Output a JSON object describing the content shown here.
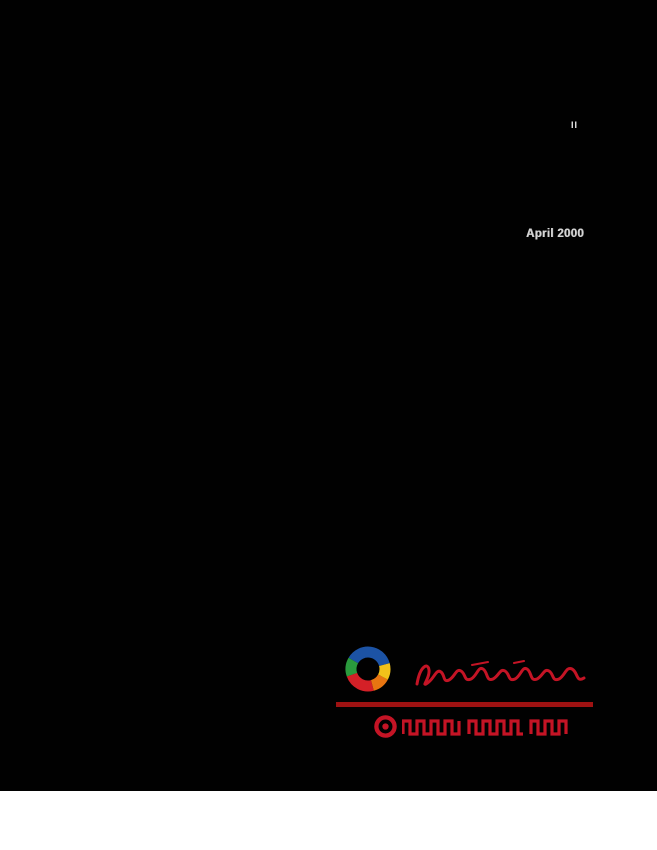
{
  "page": {
    "header_mark": "II",
    "date": "April 2000"
  },
  "branding": {
    "logo_icon": "multicolor-swirl-logo",
    "wordmark_icon": "red-script-wordmark",
    "divider_icon": "red-rule",
    "badge_icon": "red-target-badge-icon",
    "subwordmark_icon": "red-block-wordmark",
    "colors": {
      "cover_background": "#010101",
      "date_text": "#d6d6d6",
      "accent_red": "#c41425",
      "rule_red": "#9e1212",
      "swirl_blue": "#1c53a5",
      "swirl_green": "#2a9a3d",
      "swirl_red": "#d42027",
      "swirl_orange": "#e87511",
      "swirl_yellow": "#f2c21a"
    }
  }
}
